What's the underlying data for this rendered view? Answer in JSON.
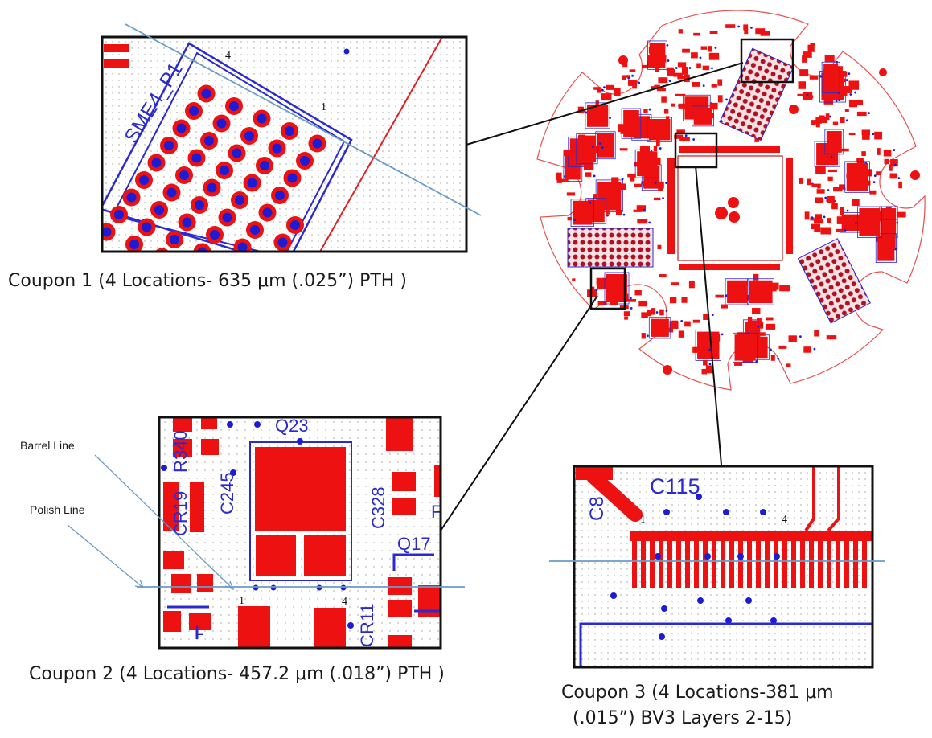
{
  "colors": {
    "pad_red": "#ee1111",
    "via_blue": "#1c1cd6",
    "pad_dark": "#b01020",
    "outline_blue": "#2a2ad0",
    "polish_line": "#6a9cc8",
    "board_outline": "#e85050",
    "frame": "#111111"
  },
  "coupon1": {
    "caption": "Coupon 1 (4 Locations- 635 μm  (.025”) PTH )",
    "label": "SME4_P1",
    "loc_start": "4",
    "loc_end": "1"
  },
  "coupon2": {
    "caption": "Coupon 2 (4 Locations- 457.2 μm (.018”) PTH )",
    "barrel_label": "Barrel Line",
    "polish_label": "Polish Line",
    "loc_start": "1",
    "loc_end": "4",
    "refs": {
      "q23": "Q23",
      "r340": "R340",
      "c245": "C245",
      "cr19": "CR19",
      "c328": "C328",
      "q17": "Q17",
      "cr11": "CR11",
      "f": "F",
      "l": "L"
    }
  },
  "coupon3": {
    "caption_line1": "Coupon 3 (4 Locations-381 μm",
    "caption_line2": "(.015”) BV3 Layers 2-15)",
    "loc_start": "1",
    "loc_end": "4",
    "refs": {
      "c115": "C115",
      "c8": "C8"
    }
  }
}
